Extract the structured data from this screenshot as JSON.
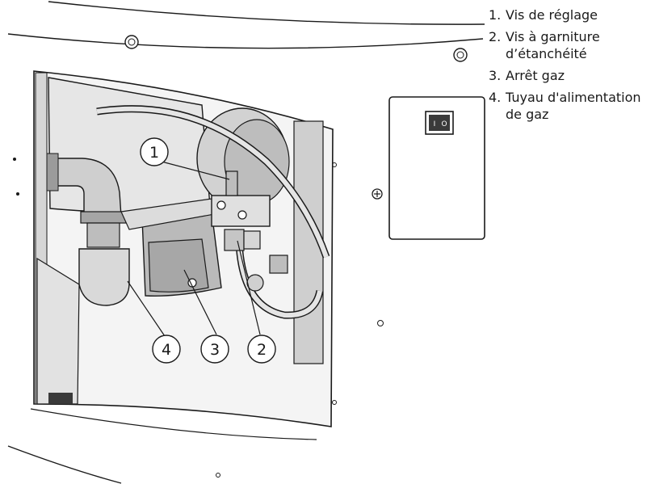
{
  "legend": {
    "items": [
      {
        "number": "1.",
        "text": "Vis de réglage"
      },
      {
        "number": "2.",
        "text": "Vis à garniture d’étanchéité"
      },
      {
        "number": "3.",
        "text": "Arrêt gaz"
      },
      {
        "number": "4.",
        "text": "Tuyau d'alimentation de gaz"
      }
    ]
  },
  "callouts": {
    "c1": "1",
    "c2": "2",
    "c3": "3",
    "c4": "4"
  },
  "switch": {
    "on_mark": "I",
    "off_mark": "O"
  },
  "colors": {
    "line": "#1a1a1a",
    "shade_light": "#e9e9e9",
    "shade_mid": "#c9c9c9",
    "shade_dark": "#8e8e8e"
  }
}
